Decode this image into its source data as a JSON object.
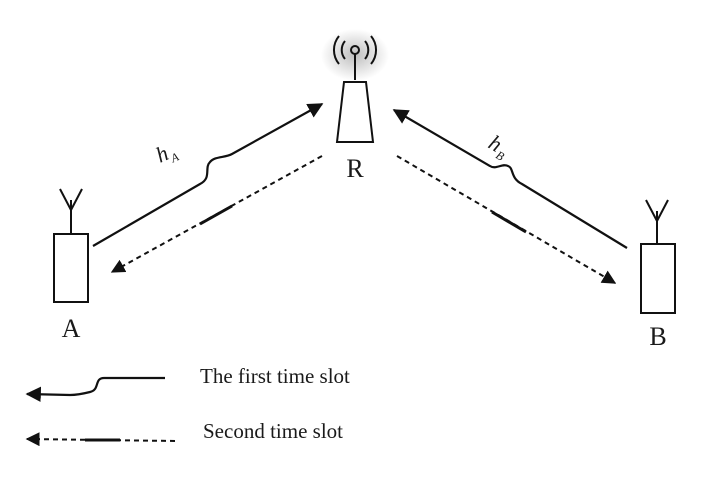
{
  "nodes": {
    "relay": {
      "label": "R"
    },
    "a": {
      "label": "A"
    },
    "b": {
      "label": "B"
    }
  },
  "channels": {
    "a": {
      "symbol": "h",
      "subscript": "A"
    },
    "b": {
      "symbol": "h",
      "subscript": "B"
    }
  },
  "legend": {
    "first_slot": "The first time slot",
    "second_slot": "Second time slot"
  }
}
